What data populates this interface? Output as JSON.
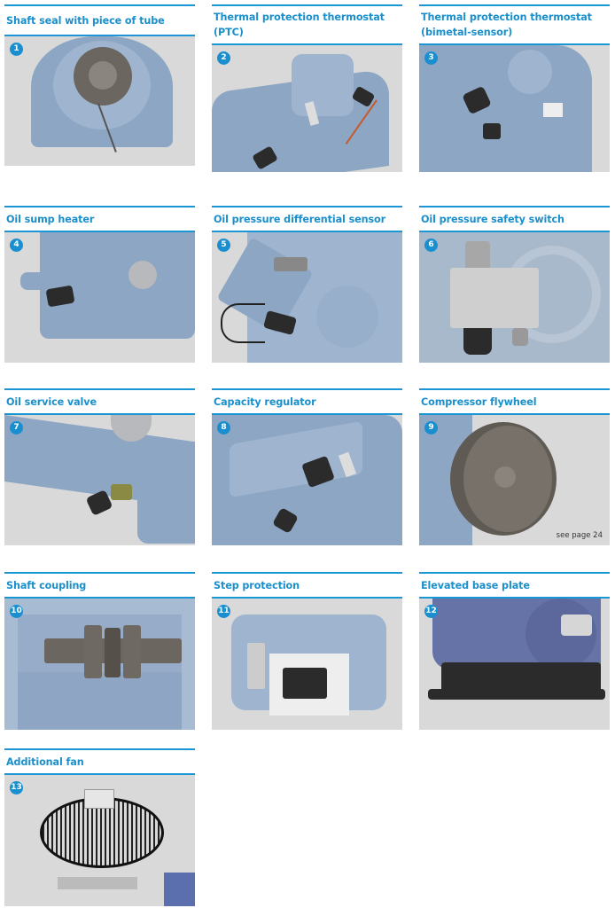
{
  "items": [
    {
      "number": "1",
      "title": "Shaft seal with piece of tube",
      "image": "shaft-seal-photo"
    },
    {
      "number": "2",
      "title": "Thermal protection thermostat (PTC)",
      "image": "ptc-thermostat-photo"
    },
    {
      "number": "3",
      "title": "Thermal protection thermostat (bimetal-sensor)",
      "image": "bimetal-sensor-photo"
    },
    {
      "number": "4",
      "title": "Oil sump heater",
      "image": "oil-sump-heater-photo"
    },
    {
      "number": "5",
      "title": "Oil pressure differential sensor",
      "image": "oil-pressure-sensor-photo"
    },
    {
      "number": "6",
      "title": "Oil pressure safety switch",
      "image": "oil-pressure-switch-photo"
    },
    {
      "number": "7",
      "title": "Oil service valve",
      "image": "oil-service-valve-photo"
    },
    {
      "number": "8",
      "title": "Capacity regulator",
      "image": "capacity-regulator-photo"
    },
    {
      "number": "9",
      "title": "Compressor flywheel",
      "image": "flywheel-photo",
      "note": "see page 24"
    },
    {
      "number": "10",
      "title": "Shaft coupling",
      "image": "shaft-coupling-photo"
    },
    {
      "number": "11",
      "title": "Step protection",
      "image": "step-protection-photo"
    },
    {
      "number": "12",
      "title": "Elevated base plate",
      "image": "base-plate-photo"
    },
    {
      "number": "13",
      "title": "Additional fan",
      "image": "additional-fan-photo"
    }
  ],
  "colors": {
    "accent": "#1a8fcc",
    "rule": "#1a96d4",
    "image_bg": "#d9d9d9"
  }
}
